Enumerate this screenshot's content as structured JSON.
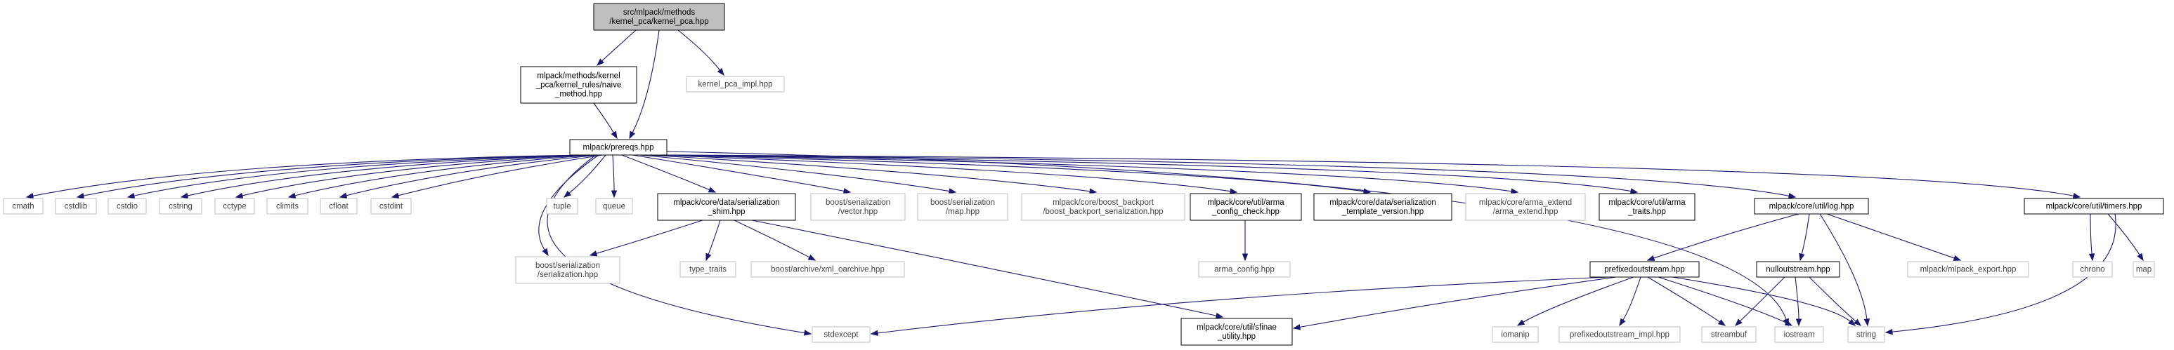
{
  "graph": {
    "colors": {
      "edge": "#191970",
      "root_fill": "#bfbfbf",
      "documented_border": "#000000",
      "undocumented_border": "#bfbfbf",
      "fill": "#ffffff",
      "text": "#000000"
    },
    "nodes": [
      {
        "id": "root",
        "lines": [
          "src/mlpack/methods",
          "/kernel_pca/kernel_pca.hpp"
        ],
        "style": "root"
      },
      {
        "id": "naive",
        "lines": [
          "mlpack/methods/kernel",
          "_pca/kernel_rules/naive",
          "_method.hpp"
        ],
        "style": "doc"
      },
      {
        "id": "impl",
        "lines": [
          "kernel_pca_impl.hpp"
        ],
        "style": "undoc"
      },
      {
        "id": "prereqs",
        "lines": [
          "mlpack/prereqs.hpp"
        ],
        "style": "doc"
      },
      {
        "id": "cmath",
        "lines": [
          "cmath"
        ],
        "style": "undoc"
      },
      {
        "id": "cstdlib",
        "lines": [
          "cstdlib"
        ],
        "style": "undoc"
      },
      {
        "id": "cstdio",
        "lines": [
          "cstdio"
        ],
        "style": "undoc"
      },
      {
        "id": "cstring",
        "lines": [
          "cstring"
        ],
        "style": "undoc"
      },
      {
        "id": "cctype",
        "lines": [
          "cctype"
        ],
        "style": "undoc"
      },
      {
        "id": "climits",
        "lines": [
          "climits"
        ],
        "style": "undoc"
      },
      {
        "id": "cfloat",
        "lines": [
          "cfloat"
        ],
        "style": "undoc"
      },
      {
        "id": "cstdint",
        "lines": [
          "cstdint"
        ],
        "style": "undoc"
      },
      {
        "id": "tuple",
        "lines": [
          "tuple"
        ],
        "style": "undoc"
      },
      {
        "id": "queue",
        "lines": [
          "queue"
        ],
        "style": "undoc"
      },
      {
        "id": "shim",
        "lines": [
          "mlpack/core/data/serialization",
          "_shim.hpp"
        ],
        "style": "doc"
      },
      {
        "id": "vector",
        "lines": [
          "boost/serialization",
          "/vector.hpp"
        ],
        "style": "undoc"
      },
      {
        "id": "map",
        "lines": [
          "boost/serialization",
          "/map.hpp"
        ],
        "style": "undoc"
      },
      {
        "id": "backport",
        "lines": [
          "mlpack/core/boost_backport",
          "/boost_backport_serialization.hpp"
        ],
        "style": "undoc"
      },
      {
        "id": "armacfg",
        "lines": [
          "mlpack/core/util/arma",
          "_config_check.hpp"
        ],
        "style": "doc"
      },
      {
        "id": "sertmpl",
        "lines": [
          "mlpack/core/data/serialization",
          "_template_version.hpp"
        ],
        "style": "doc"
      },
      {
        "id": "armaext",
        "lines": [
          "mlpack/core/arma_extend",
          "/arma_extend.hpp"
        ],
        "style": "undoc"
      },
      {
        "id": "armatraits",
        "lines": [
          "mlpack/core/util/arma",
          "_traits.hpp"
        ],
        "style": "doc"
      },
      {
        "id": "log",
        "lines": [
          "mlpack/core/util/log.hpp"
        ],
        "style": "doc"
      },
      {
        "id": "timers",
        "lines": [
          "mlpack/core/util/timers.hpp"
        ],
        "style": "doc"
      },
      {
        "id": "serser",
        "lines": [
          "boost/serialization",
          "/serialization.hpp"
        ],
        "style": "undoc"
      },
      {
        "id": "typetraits",
        "lines": [
          "type_traits"
        ],
        "style": "undoc"
      },
      {
        "id": "xmloar",
        "lines": [
          "boost/archive/xml_oarchive.hpp"
        ],
        "style": "undoc"
      },
      {
        "id": "armaconfig",
        "lines": [
          "arma_config.hpp"
        ],
        "style": "undoc"
      },
      {
        "id": "prefixed",
        "lines": [
          "prefixedoutstream.hpp"
        ],
        "style": "doc"
      },
      {
        "id": "nullout",
        "lines": [
          "nulloutstream.hpp"
        ],
        "style": "doc"
      },
      {
        "id": "export",
        "lines": [
          "mlpack/mlpack_export.hpp"
        ],
        "style": "undoc"
      },
      {
        "id": "chrono",
        "lines": [
          "chrono"
        ],
        "style": "undoc"
      },
      {
        "id": "mapstd",
        "lines": [
          "map"
        ],
        "style": "undoc"
      },
      {
        "id": "stdexcept",
        "lines": [
          "stdexcept"
        ],
        "style": "undoc"
      },
      {
        "id": "sfinae",
        "lines": [
          "mlpack/core/util/sfinae",
          "_utility.hpp"
        ],
        "style": "doc"
      },
      {
        "id": "iomanip",
        "lines": [
          "iomanip"
        ],
        "style": "undoc"
      },
      {
        "id": "prefimpl",
        "lines": [
          "prefixedoutstream_impl.hpp"
        ],
        "style": "undoc"
      },
      {
        "id": "streambuf",
        "lines": [
          "streambuf"
        ],
        "style": "undoc"
      },
      {
        "id": "iostream",
        "lines": [
          "iostream"
        ],
        "style": "undoc"
      },
      {
        "id": "string",
        "lines": [
          "string"
        ],
        "style": "undoc"
      }
    ],
    "edges": [
      [
        "root",
        "naive"
      ],
      [
        "root",
        "impl"
      ],
      [
        "root",
        "prereqs"
      ],
      [
        "naive",
        "prereqs"
      ],
      [
        "prereqs",
        "cmath"
      ],
      [
        "prereqs",
        "cstdlib"
      ],
      [
        "prereqs",
        "cstdio"
      ],
      [
        "prereqs",
        "cstring"
      ],
      [
        "prereqs",
        "cctype"
      ],
      [
        "prereqs",
        "climits"
      ],
      [
        "prereqs",
        "cfloat"
      ],
      [
        "prereqs",
        "cstdint"
      ],
      [
        "prereqs",
        "tuple"
      ],
      [
        "prereqs",
        "queue"
      ],
      [
        "prereqs",
        "shim"
      ],
      [
        "prereqs",
        "vector"
      ],
      [
        "prereqs",
        "map"
      ],
      [
        "prereqs",
        "backport"
      ],
      [
        "prereqs",
        "armacfg"
      ],
      [
        "prereqs",
        "sertmpl"
      ],
      [
        "prereqs",
        "armaext"
      ],
      [
        "prereqs",
        "armatraits"
      ],
      [
        "prereqs",
        "log"
      ],
      [
        "prereqs",
        "timers"
      ],
      [
        "prereqs",
        "serser"
      ],
      [
        "prereqs",
        "stdexcept"
      ],
      [
        "prereqs",
        "iostream"
      ],
      [
        "shim",
        "serser"
      ],
      [
        "shim",
        "typetraits"
      ],
      [
        "shim",
        "xmloar"
      ],
      [
        "shim",
        "sfinae"
      ],
      [
        "armacfg",
        "armaconfig"
      ],
      [
        "log",
        "prefixed"
      ],
      [
        "log",
        "nullout"
      ],
      [
        "log",
        "export"
      ],
      [
        "log",
        "string"
      ],
      [
        "timers",
        "chrono"
      ],
      [
        "timers",
        "mapstd"
      ],
      [
        "timers",
        "string"
      ],
      [
        "prefixed",
        "stdexcept"
      ],
      [
        "prefixed",
        "sfinae"
      ],
      [
        "prefixed",
        "iomanip"
      ],
      [
        "prefixed",
        "prefimpl"
      ],
      [
        "prefixed",
        "streambuf"
      ],
      [
        "prefixed",
        "iostream"
      ],
      [
        "prefixed",
        "string"
      ],
      [
        "nullout",
        "streambuf"
      ],
      [
        "nullout",
        "iostream"
      ],
      [
        "nullout",
        "string"
      ]
    ]
  }
}
